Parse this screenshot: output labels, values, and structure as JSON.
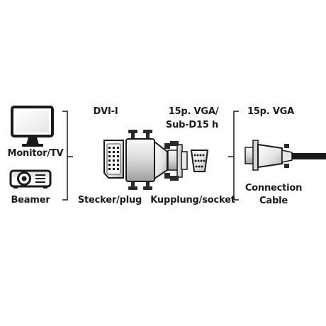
{
  "devices": {
    "monitor_label": "Monitor/TV",
    "beamer_label": "Beamer"
  },
  "adapter": {
    "dvi_title": "DVI-I",
    "vga_title_line1": "15p. VGA/",
    "vga_title_line2": "Sub-D15 h",
    "plug_label": "Stecker/plug",
    "socket_label": "Kupplung/socket"
  },
  "cable": {
    "title": "15p. VGA",
    "label_line1": "Connection",
    "label_line2": "Cable"
  },
  "colors": {
    "ink": "#1a1a1a",
    "metal_light": "#f2f2f2",
    "metal_mid": "#bdbdbd",
    "metal_dark": "#6e6e6e",
    "screw": "#2a2a2a"
  }
}
